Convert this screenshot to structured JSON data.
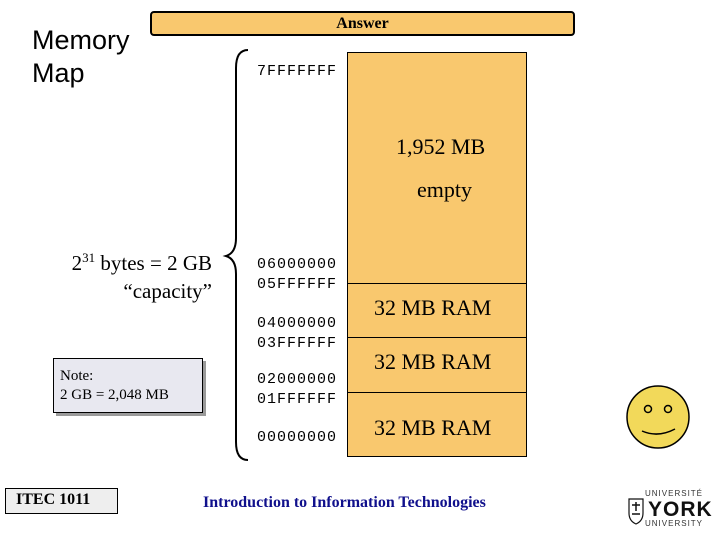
{
  "title": "Memory\nMap",
  "answer_label": "Answer",
  "addresses": {
    "top": "7FFFFFFF",
    "a06000000": "06000000",
    "a05FFFFFF": "05FFFFFF",
    "a04000000": "04000000",
    "a03FFFFFF": "03FFFFFF",
    "a02000000": "02000000",
    "a01FFFFFF": "01FFFFFF",
    "a00000000": "00000000"
  },
  "regions": {
    "empty_size": "1,952 MB",
    "empty_label": "empty",
    "ram3": "32 MB RAM",
    "ram2": "32 MB RAM",
    "ram1": "32 MB RAM"
  },
  "capacity": {
    "base": "2",
    "exponent": "31",
    "line1_rest": " bytes = 2 GB",
    "line2": "“capacity”"
  },
  "note": {
    "line1": "Note:",
    "line2": "2 GB = 2,048 MB"
  },
  "footer": {
    "course": "ITEC 1011",
    "subject": "Introduction to Information Technologies",
    "university_top": "UNIVERSITÉ",
    "university_name": "YORK",
    "university_bottom": "UNIVERSITY"
  },
  "colors": {
    "memory_fill": "#f9c86e",
    "footer_text": "#10108c",
    "smiley_fill": "#f2d95a"
  },
  "icons": [
    "smiley-face-icon",
    "university-crest-icon"
  ]
}
